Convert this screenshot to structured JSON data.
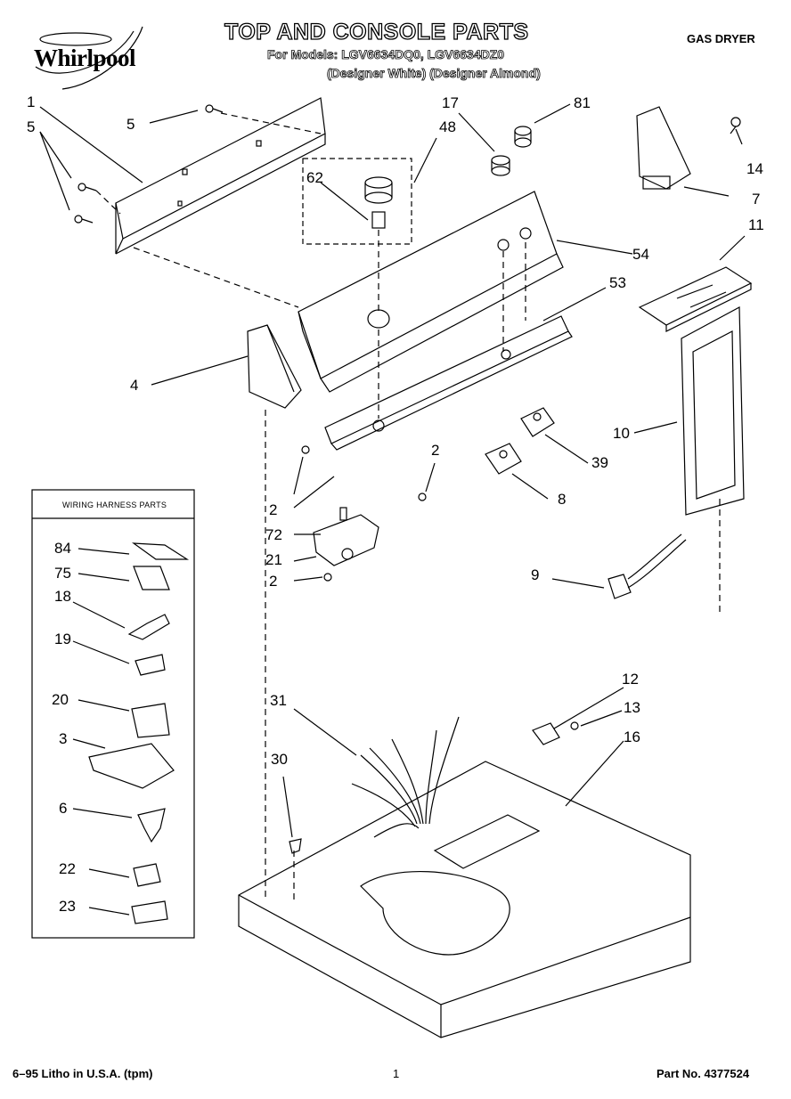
{
  "header": {
    "brand": "Whirlpool",
    "title": "TOP AND CONSOLE PARTS",
    "models": "For Models: LGV6634DQ0, LGV6634DZ0",
    "designer": "(Designer White) (Designer Almond)",
    "product": "GAS DRYER"
  },
  "wiring_box": {
    "title": "WIRING HARNESS PARTS",
    "labels": [
      "84",
      "75",
      "18",
      "19",
      "20",
      "3",
      "6",
      "22",
      "23"
    ]
  },
  "callouts": [
    "1",
    "5",
    "5",
    "17",
    "81",
    "48",
    "62",
    "14",
    "7",
    "54",
    "11",
    "53",
    "4",
    "10",
    "39",
    "2",
    "8",
    "2",
    "72",
    "21",
    "2",
    "9",
    "12",
    "13",
    "31",
    "16",
    "30"
  ],
  "footer": {
    "left": "6–95 Litho in U.S.A. (tpm)",
    "center": "1",
    "right": "Part No. 4377524"
  }
}
